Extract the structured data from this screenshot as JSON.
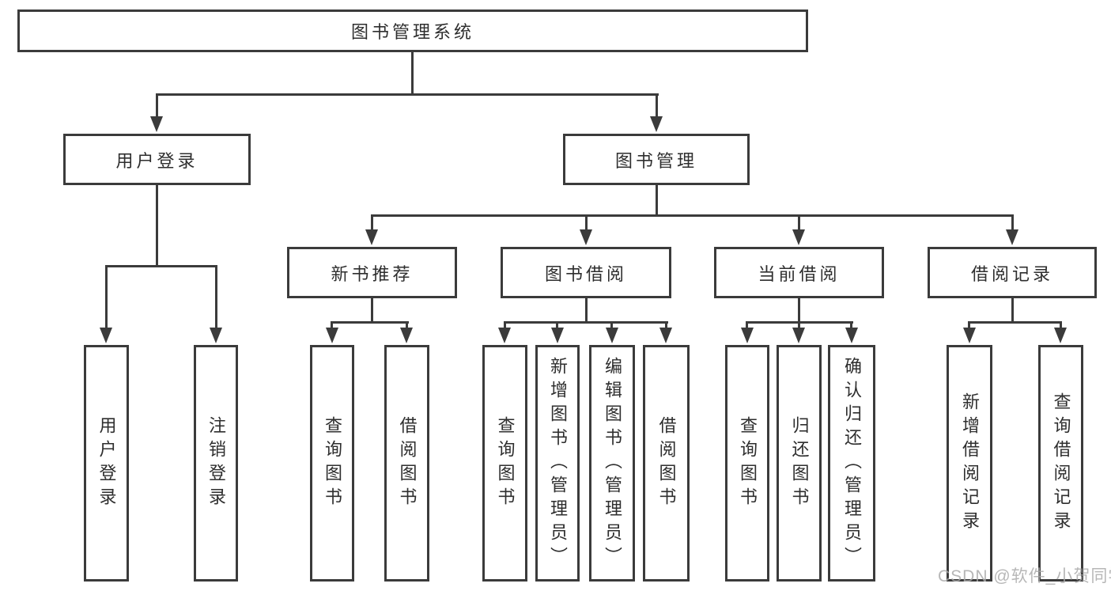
{
  "diagram_type": "tree",
  "tree": {
    "label": "图书管理系统",
    "children": [
      {
        "label": "用户登录",
        "children": [
          {
            "label": "用户登录"
          },
          {
            "label": "注销登录"
          }
        ]
      },
      {
        "label": "图书管理",
        "children": [
          {
            "label": "新书推荐",
            "children": [
              {
                "label": "查询图书"
              },
              {
                "label": "借阅图书"
              }
            ]
          },
          {
            "label": "图书借阅",
            "children": [
              {
                "label": "查询图书"
              },
              {
                "label": "新增图书（管理员）"
              },
              {
                "label": "编辑图书（管理员）"
              },
              {
                "label": "借阅图书"
              }
            ]
          },
          {
            "label": "当前借阅",
            "children": [
              {
                "label": "查询图书"
              },
              {
                "label": "归还图书"
              },
              {
                "label": "确认归还（管理员）"
              }
            ]
          },
          {
            "label": "借阅记录",
            "children": [
              {
                "label": "新增借阅记录"
              },
              {
                "label": "查询借阅记录"
              }
            ]
          }
        ]
      }
    ]
  },
  "watermark": {
    "text": "CSDN @软件_小贺同学"
  },
  "colors": {
    "line": "#3b3b3b",
    "text": "#2e2e2e",
    "watermark": "#aaaaaa",
    "background": "#ffffff"
  }
}
